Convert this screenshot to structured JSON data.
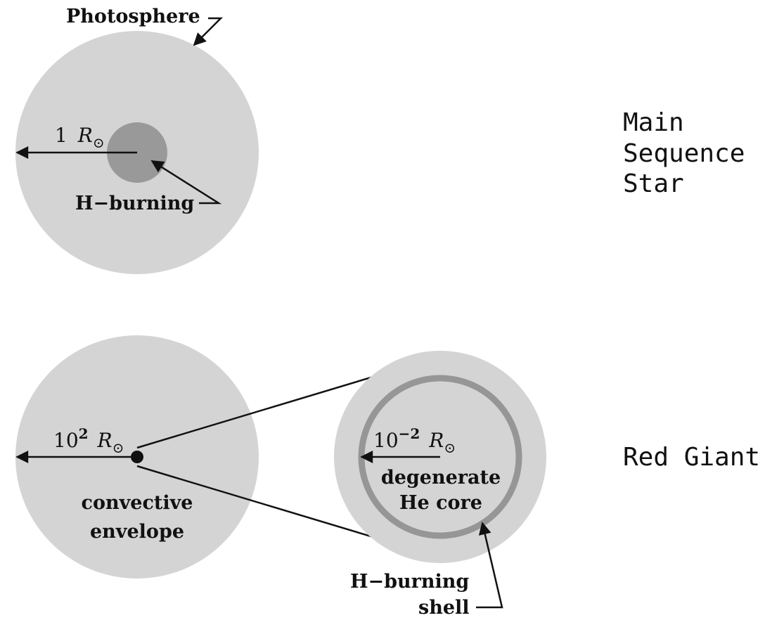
{
  "colors": {
    "star_fill": "#d4d4d4",
    "core_fill": "#999999",
    "shell_stroke": "#969696",
    "ink": "#111111"
  },
  "labels": {
    "photosphere": "Photosphere",
    "h_burning": "H−burning",
    "main_sequence_1": "Main",
    "main_sequence_2": "Sequence",
    "main_sequence_3": "Star",
    "red_giant": "Red Giant",
    "convective_1": "convective",
    "convective_2": "envelope",
    "degenerate_1": "degenerate",
    "degenerate_2": "He core",
    "shell_1": "H−burning",
    "shell_2": "shell"
  },
  "radii": {
    "ms_coef": "1",
    "ms_unit": "R",
    "ms_sun": "⊙",
    "rg_base": "10",
    "rg_exp": "2",
    "rg_unit": "R",
    "rg_sun": "⊙",
    "core_base": "10",
    "core_exp": "−2",
    "core_unit": "R",
    "core_sun": "⊙"
  }
}
